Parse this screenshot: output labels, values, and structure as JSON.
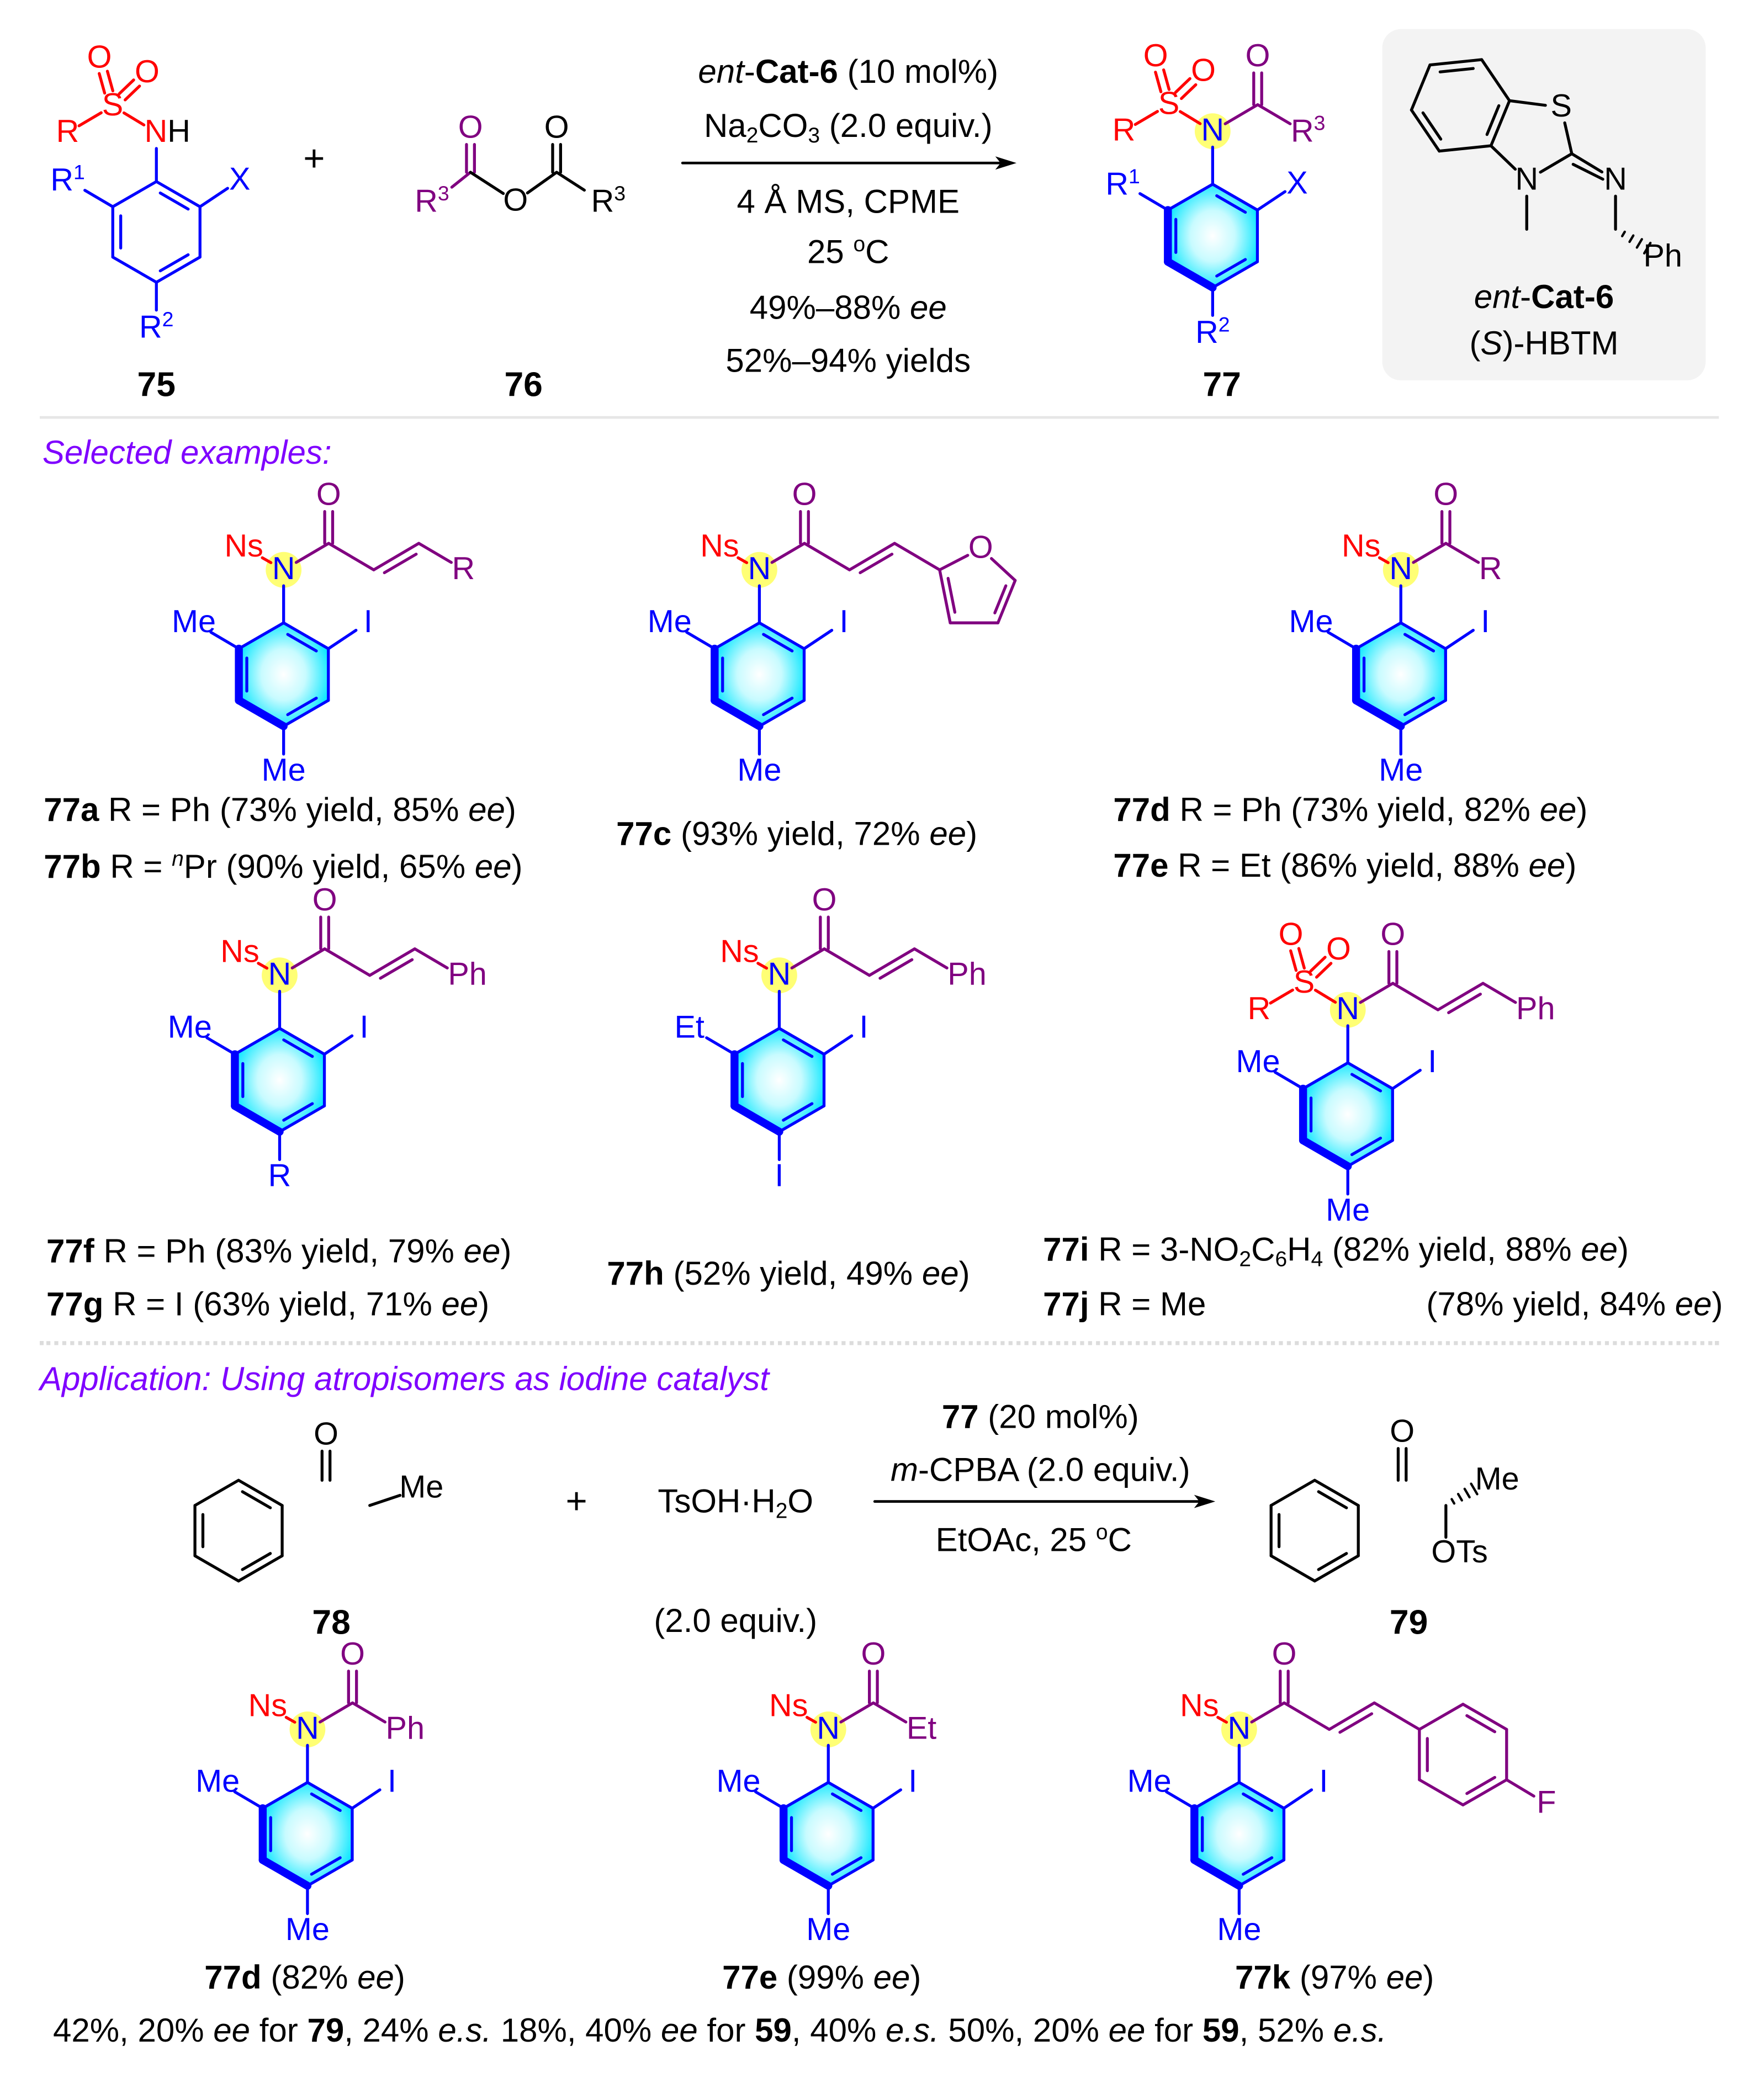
{
  "colors": {
    "red": "#ff0000",
    "blue": "#0000ff",
    "purple": "#800080",
    "black": "#000000",
    "heading": "#7f00ff",
    "highlight": "#ffff66",
    "ring_fill": "#00eaff",
    "box": "#f3f3f3"
  },
  "scheme": {
    "reactant_75": {
      "label": "75",
      "NH": [
        [
          "N",
          "",
          "red"
        ],
        [
          "H",
          "",
          "black"
        ]
      ],
      "S": "S",
      "O": "O",
      "R": "R",
      "R1": [
        [
          "R",
          ""
        ],
        [
          "1",
          "sup"
        ]
      ],
      "X": "X",
      "R2": [
        [
          "R",
          ""
        ],
        [
          "2",
          "sup"
        ]
      ]
    },
    "plus": "+",
    "reactant_76": {
      "label": "76",
      "O": "O",
      "R3": [
        [
          "R",
          ""
        ],
        [
          "3",
          "sup"
        ]
      ]
    },
    "conditions_above": [
      [
        [
          "ent",
          "i"
        ],
        [
          "-",
          ""
        ],
        [
          "Cat-6",
          "b"
        ],
        [
          " (10 mol%)",
          ""
        ]
      ],
      [
        [
          "Na",
          ""
        ],
        [
          "2",
          "sub"
        ],
        [
          "CO",
          ""
        ],
        [
          "3",
          "sub"
        ],
        [
          " (2.0 equiv.)",
          ""
        ]
      ]
    ],
    "conditions_below": [
      "4 Å MS, CPME",
      [
        [
          "25 ",
          ""
        ],
        [
          "o",
          "sup"
        ],
        [
          "C",
          ""
        ]
      ],
      [
        [
          "49%–88% ",
          ""
        ],
        [
          "ee",
          "i"
        ]
      ],
      "52%–94% yields"
    ],
    "product_77": {
      "label": "77",
      "N": "N",
      "S": "S",
      "O": "O",
      "R": "R",
      "R1": [
        [
          "R",
          ""
        ],
        [
          "1",
          "sup"
        ]
      ],
      "X": "X",
      "R2": [
        [
          "R",
          ""
        ],
        [
          "2",
          "sup"
        ]
      ],
      "R3": [
        [
          "R",
          ""
        ],
        [
          "3",
          "sup"
        ]
      ]
    },
    "catalyst": {
      "S": "S",
      "N": "N",
      "Ph": "Ph",
      "name": [
        [
          "ent",
          "i"
        ],
        [
          "-",
          ""
        ],
        [
          "Cat-6",
          "b"
        ]
      ],
      "config": [
        [
          "(",
          ""
        ],
        [
          "S",
          "i"
        ],
        [
          ")-HBTM",
          ""
        ]
      ]
    }
  },
  "selected_heading": "Selected examples:",
  "examples": [
    {
      "acyl": "alkene",
      "N": "N",
      "Ns": "Ns",
      "O": "O",
      "end": "R",
      "ul": "Me",
      "ur": "I",
      "bottom": "Me",
      "captions": [
        [
          [
            "77a",
            "b"
          ],
          [
            " R = Ph  (73% yield, 85% ",
            ""
          ],
          [
            "ee",
            "i"
          ],
          [
            ")",
            ""
          ]
        ],
        [
          [
            "77b",
            "b"
          ],
          [
            " R = ",
            ""
          ],
          [
            "n",
            "supi"
          ],
          [
            "Pr (90% yield, 65% ",
            ""
          ],
          [
            "ee",
            "i"
          ],
          [
            ")",
            ""
          ]
        ]
      ]
    },
    {
      "acyl": "furan",
      "N": "N",
      "Ns": "Ns",
      "O": "O",
      "furan_O": "O",
      "ul": "Me",
      "ur": "I",
      "bottom": "Me",
      "captions": [
        [
          [
            "77c",
            "b"
          ],
          [
            " (93% yield, 72% ",
            ""
          ],
          [
            "ee",
            "i"
          ],
          [
            ")",
            ""
          ]
        ]
      ]
    },
    {
      "acyl": "ketone",
      "N": "N",
      "Ns": "Ns",
      "O": "O",
      "end": "R",
      "ul": "Me",
      "ur": "I",
      "bottom": "Me",
      "captions": [
        [
          [
            "77d",
            "b"
          ],
          [
            " R = Ph (73% yield, 82% ",
            ""
          ],
          [
            "ee",
            "i"
          ],
          [
            ")",
            ""
          ]
        ],
        [
          [
            "77e",
            "b"
          ],
          [
            " R = Et  (86% yield, 88% ",
            ""
          ],
          [
            "ee",
            "i"
          ],
          [
            ")",
            ""
          ]
        ]
      ]
    },
    {
      "acyl": "alkene",
      "N": "N",
      "Ns": "Ns",
      "O": "O",
      "end": "Ph",
      "ul": "Me",
      "ur": "I",
      "bottom": "R",
      "captions": [
        [
          [
            "77f",
            "b"
          ],
          [
            "  R = Ph (83% yield, 79% ",
            ""
          ],
          [
            "ee",
            "i"
          ],
          [
            ")",
            ""
          ]
        ],
        [
          [
            "77g",
            "b"
          ],
          [
            " R = I    (63% yield, 71% ",
            ""
          ],
          [
            "ee",
            "i"
          ],
          [
            ")",
            ""
          ]
        ]
      ]
    },
    {
      "acyl": "alkene",
      "N": "N",
      "Ns": "Ns",
      "O": "O",
      "end": "Ph",
      "ul": "Et",
      "ur": "I",
      "bottom": "I",
      "captions": [
        [
          [
            "77h",
            "b"
          ],
          [
            "  (52% yield, 49% ",
            ""
          ],
          [
            "ee",
            "i"
          ],
          [
            ")",
            ""
          ]
        ]
      ]
    },
    {
      "acyl": "alkene",
      "N": "N",
      "S": "S",
      "O": "O",
      "R": "R",
      "end": "Ph",
      "ul": "Me",
      "ur": "I",
      "bottom": "Me",
      "captions": [
        [
          [
            "77i",
            "b"
          ],
          [
            " R = 3-NO",
            ""
          ],
          [
            "2",
            "sub"
          ],
          [
            "C",
            ""
          ],
          [
            "6",
            "sub"
          ],
          [
            "H",
            ""
          ],
          [
            "4",
            "sub"
          ],
          [
            " (82% yield, 88% ",
            ""
          ],
          [
            "ee",
            "i"
          ],
          [
            ")",
            ""
          ]
        ],
        [
          [
            "77j",
            "b"
          ],
          [
            " R = Me",
            ""
          ]
        ]
      ],
      "caption_right": [
        [
          "(78% yield, 84% ",
          ""
        ],
        [
          "ee",
          "i"
        ],
        [
          ")",
          ""
        ]
      ]
    }
  ],
  "application": {
    "heading": "Application: Using atropisomers as iodine catalyst",
    "substrate_78": {
      "label": "78",
      "O": "O",
      "Me": "Me"
    },
    "plus": "+",
    "reagent": [
      [
        "TsOH·H",
        ""
      ],
      [
        "2",
        "sub"
      ],
      [
        "O",
        ""
      ]
    ],
    "reagent_amount": "(2.0 equiv.)",
    "conditions_above": [
      [
        [
          "77",
          "b"
        ],
        [
          " (20 mol%)",
          ""
        ]
      ],
      [
        [
          "m",
          "i"
        ],
        [
          "-CPBA (2.0 equiv.)",
          ""
        ]
      ]
    ],
    "conditions_below": [
      [
        [
          "EtOAc, 25 ",
          ""
        ],
        [
          "o",
          "sup"
        ],
        [
          "C",
          ""
        ]
      ]
    ],
    "product_79": {
      "label": "79",
      "O": "O",
      "Me": "Me",
      "OTs": "OTs"
    },
    "catalysts": [
      {
        "acyl": "ketone",
        "N": "N",
        "Ns": "Ns",
        "O": "O",
        "end": "Ph",
        "ul": "Me",
        "ur": "I",
        "bottom": "Me",
        "caption": [
          [
            "77d",
            "b"
          ],
          [
            " (82% ",
            ""
          ],
          [
            "ee",
            "i"
          ],
          [
            ")",
            ""
          ]
        ]
      },
      {
        "acyl": "ketone",
        "N": "N",
        "Ns": "Ns",
        "O": "O",
        "end": "Et",
        "ul": "Me",
        "ur": "I",
        "bottom": "Me",
        "caption": [
          [
            "77e",
            "b"
          ],
          [
            " (99% ",
            ""
          ],
          [
            "ee",
            "i"
          ],
          [
            ")",
            ""
          ]
        ]
      },
      {
        "acyl": "aryl",
        "N": "N",
        "Ns": "Ns",
        "O": "O",
        "F": "F",
        "ul": "Me",
        "ur": "I",
        "bottom": "Me",
        "caption": [
          [
            "77k",
            "b"
          ],
          [
            " (97% ",
            ""
          ],
          [
            "ee",
            "i"
          ],
          [
            ")",
            ""
          ]
        ]
      }
    ],
    "results": [
      [
        "42%, 20% ",
        ""
      ],
      [
        "ee",
        "i"
      ],
      [
        " for ",
        ""
      ],
      [
        "79",
        "b"
      ],
      [
        ", 24% ",
        ""
      ],
      [
        "e.s.",
        "i"
      ],
      [
        " 18%, 40% ",
        ""
      ],
      [
        "ee",
        "i"
      ],
      [
        " for ",
        ""
      ],
      [
        "59",
        "b"
      ],
      [
        ", 40% ",
        ""
      ],
      [
        "e.s.",
        "i"
      ],
      [
        " 50%, 20% ",
        ""
      ],
      [
        "ee",
        "i"
      ],
      [
        " for ",
        ""
      ],
      [
        "59",
        "b"
      ],
      [
        ", 52% ",
        ""
      ],
      [
        "e.s.",
        "i"
      ]
    ]
  }
}
